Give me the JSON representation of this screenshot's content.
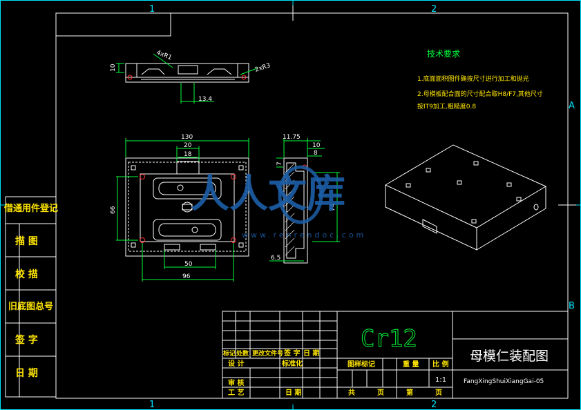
{
  "border": {
    "zone_top_1": "1",
    "zone_top_2": "2",
    "zone_bottom_1": "1",
    "zone_bottom_2": "2",
    "zone_right_a": "A",
    "zone_right_b": "B"
  },
  "tech_requirements": {
    "heading": "技术要求",
    "line1": "1.底面面积图件确按尺寸进行加工和抛光",
    "line2": "2.母模板配合面的尺寸配合取H8/F7,其他尺寸",
    "line3": "按IT9加工,粗糙度0.8"
  },
  "dimensions": {
    "top_view_callout_1": "4xR1",
    "top_view_callout_2": "2xR3",
    "top_view_height": "10",
    "top_view_width": "13.4",
    "front_width_total": "130",
    "front_width_20": "20",
    "front_width_18": "18",
    "front_height": "66",
    "front_bottom_50": "50",
    "front_bottom_96": "96",
    "side_top": "11.75",
    "side_10": "10",
    "side_8": "8",
    "side_7": "7",
    "side_74": "74",
    "side_6_5": "6.5"
  },
  "left_column": {
    "r1": "借通用件登记",
    "r2": "描  图",
    "r3": "校  描",
    "r4": "旧底图总号",
    "r5": "签  字",
    "r6": "日  期"
  },
  "title_block": {
    "material": "Cr12",
    "drawing_name": "母模仁装配图",
    "drawing_code": "FangXingShuiXiangGai-05",
    "mark_col1": "标记",
    "mark_col2": "处数",
    "mark_col3": "更改文件号",
    "mark_col4": "签 字",
    "mark_col5": "日 期",
    "design": "设 计",
    "standardize": "标准化",
    "review": "审 核",
    "process": "工 艺",
    "date_label": "日 期",
    "stage_label": "图样标记",
    "weight_label": "重 量",
    "scale_label": "比 例",
    "scale_value": "1:1",
    "total_label": "共",
    "page_label": "页",
    "sheet_label": "第",
    "sheet_page_label": "页"
  },
  "watermark": {
    "text": "人人文库",
    "url": "www.renrendoc.com"
  },
  "colors": {
    "frame": "#ffffff",
    "grid": "#00e5ff",
    "dimension": "#00ff3c",
    "highlight": "#ff3030",
    "yellow_text": "#ffe600",
    "watermark": "#1c5fa8"
  }
}
